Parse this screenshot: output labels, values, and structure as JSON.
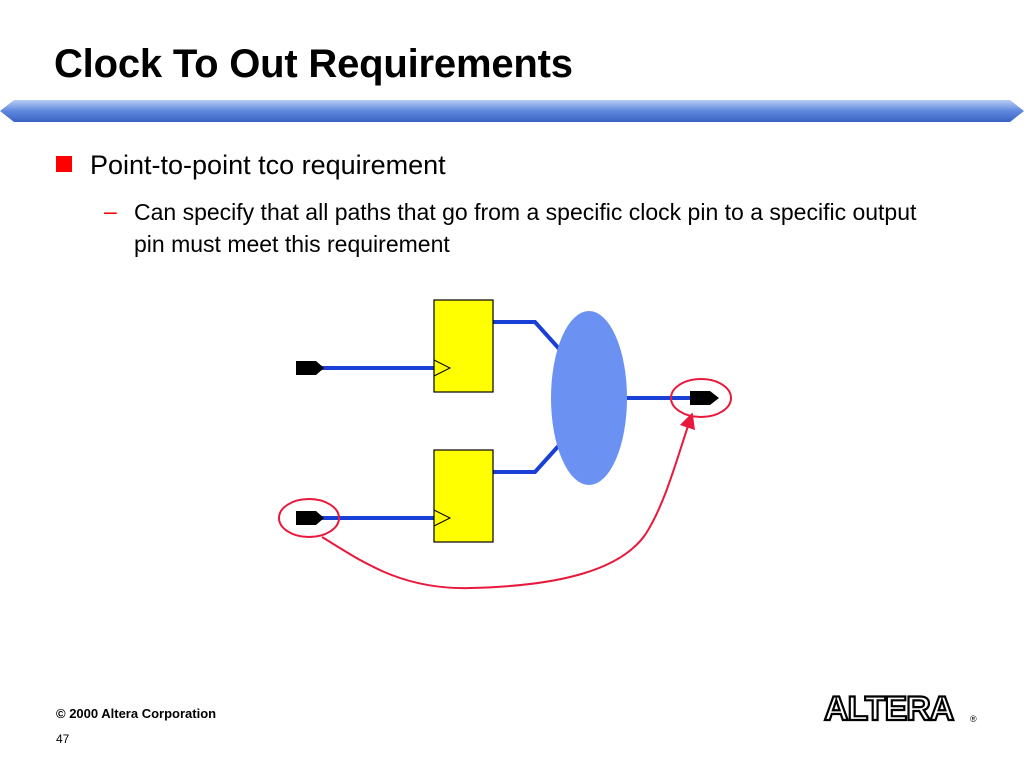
{
  "slide": {
    "title": "Clock To Out Requirements",
    "bullets": [
      {
        "text": "Point-to-point tco requirement",
        "sub": [
          {
            "marker": "–",
            "text": "Can specify that all paths that go from a specific clock pin to a specific output pin must meet this requirement"
          }
        ]
      }
    ]
  },
  "footer": {
    "copyright": "© 2000 Altera Corporation",
    "page_number": "47",
    "logo_text": "ALTERA",
    "logo_mark": "®"
  },
  "colors": {
    "title_bar": "#6f98e6",
    "bullet_marker": "#ff0000",
    "wire": "#1a3fd6",
    "register_fill": "#ffff00",
    "logic_fill": "#6b92f2",
    "highlight": "#e8193c"
  }
}
